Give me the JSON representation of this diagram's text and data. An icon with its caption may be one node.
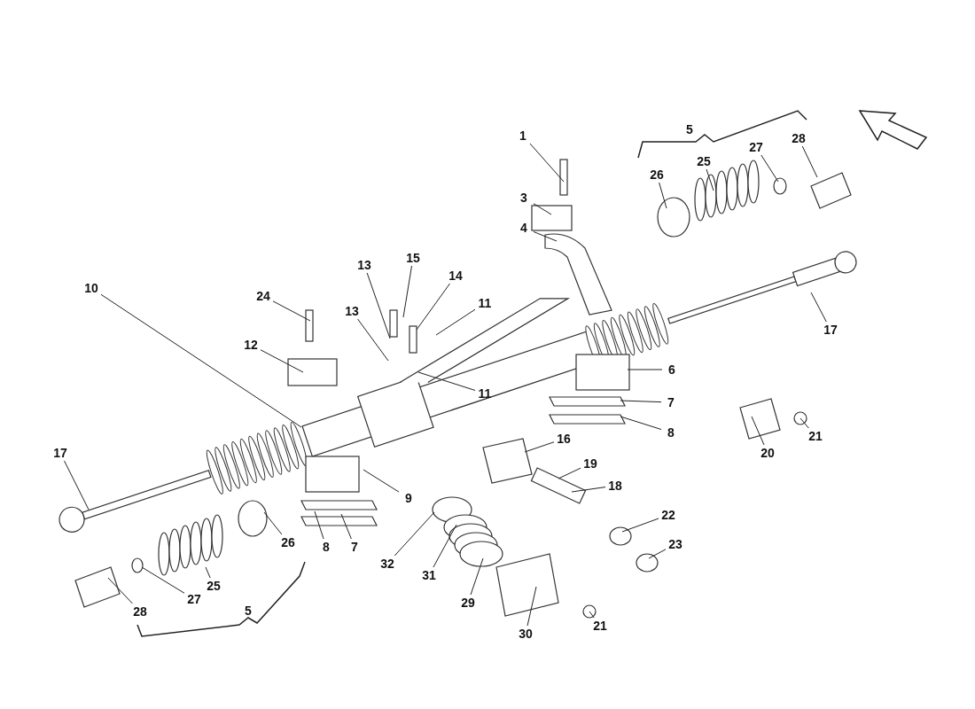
{
  "diagram": {
    "nodes": [
      {
        "text": [
          "1"
        ]
      },
      {
        "text": [
          "28"
        ]
      },
      {
        "text": [
          "27"
        ]
      },
      {
        "text": [
          "25"
        ]
      },
      {
        "text": [
          "26"
        ]
      },
      {
        "text": [
          "3"
        ]
      },
      {
        "text": [
          "4"
        ]
      },
      {
        "text": [
          "15"
        ]
      },
      {
        "text": [
          "13"
        ]
      },
      {
        "text": [
          "14"
        ]
      },
      {
        "text": [
          "10"
        ]
      },
      {
        "text": [
          "24"
        ]
      },
      {
        "text": [
          "11"
        ]
      },
      {
        "text": [
          "13"
        ]
      },
      {
        "text": [
          "17"
        ]
      },
      {
        "text": [
          "12"
        ]
      },
      {
        "text": [
          "6"
        ]
      },
      {
        "text": [
          "11"
        ]
      },
      {
        "text": [
          "7"
        ]
      },
      {
        "text": [
          "8"
        ]
      },
      {
        "text": [
          "21"
        ]
      },
      {
        "text": [
          "16"
        ]
      },
      {
        "text": [
          "20"
        ]
      },
      {
        "text": [
          "17"
        ]
      },
      {
        "text": [
          "19"
        ]
      },
      {
        "text": [
          "18"
        ]
      },
      {
        "text": [
          "9"
        ]
      },
      {
        "text": [
          "22"
        ]
      },
      {
        "text": [
          "26"
        ]
      },
      {
        "text": [
          "23"
        ]
      },
      {
        "text": [
          "8"
        ]
      },
      {
        "text": [
          "7"
        ]
      },
      {
        "text": [
          "32"
        ]
      },
      {
        "text": [
          "31"
        ]
      },
      {
        "text": [
          "25"
        ]
      },
      {
        "text": [
          "27"
        ]
      },
      {
        "text": [
          "29"
        ]
      },
      {
        "text": [
          "28"
        ]
      },
      {
        "text": [
          "21"
        ]
      },
      {
        "text": [
          "30"
        ]
      }
    ],
    "edges": [
      {
        "from": 0,
        "to": null,
        "arrow": "none"
      },
      {
        "from": 1,
        "to": null,
        "arrow": "none"
      },
      {
        "from": 2,
        "to": null,
        "arrow": "none"
      },
      {
        "from": 3,
        "to": null,
        "arrow": "none"
      },
      {
        "from": 4,
        "to": null,
        "arrow": "none"
      },
      {
        "from": 5,
        "to": null,
        "arrow": "none"
      },
      {
        "from": 6,
        "to": null,
        "arrow": "none"
      },
      {
        "from": 7,
        "to": null,
        "arrow": "none"
      },
      {
        "from": 8,
        "to": null,
        "arrow": "none"
      },
      {
        "from": 9,
        "to": null,
        "arrow": "none"
      },
      {
        "from": 10,
        "to": null,
        "arrow": "none"
      },
      {
        "from": 11,
        "to": null,
        "arrow": "none"
      },
      {
        "from": 12,
        "to": null,
        "arrow": "none"
      },
      {
        "from": 13,
        "to": null,
        "arrow": "none"
      },
      {
        "from": 14,
        "to": null,
        "arrow": "none"
      },
      {
        "from": 15,
        "to": null,
        "arrow": "none"
      },
      {
        "from": 16,
        "to": null,
        "arrow": "none"
      },
      {
        "from": 17,
        "to": null,
        "arrow": "none"
      },
      {
        "from": 18,
        "to": null,
        "arrow": "none"
      },
      {
        "from": 19,
        "to": null,
        "arrow": "none"
      },
      {
        "from": 20,
        "to": null,
        "arrow": "none"
      },
      {
        "from": 21,
        "to": null,
        "arrow": "none"
      },
      {
        "from": 22,
        "to": null,
        "arrow": "none"
      },
      {
        "from": 23,
        "to": null,
        "arrow": "none"
      },
      {
        "from": 24,
        "to": null,
        "arrow": "none"
      },
      {
        "from": 25,
        "to": null,
        "arrow": "none"
      },
      {
        "from": 26,
        "to": null,
        "arrow": "none"
      },
      {
        "from": 27,
        "to": null,
        "arrow": "none"
      },
      {
        "from": 28,
        "to": null,
        "arrow": "none"
      },
      {
        "from": 29,
        "to": null,
        "arrow": "none"
      },
      {
        "from": 30,
        "to": null,
        "arrow": "none"
      },
      {
        "from": 31,
        "to": null,
        "arrow": "none"
      },
      {
        "from": 32,
        "to": null,
        "arrow": "none"
      },
      {
        "from": 33,
        "to": null,
        "arrow": "none"
      },
      {
        "from": 34,
        "to": null,
        "arrow": "none"
      },
      {
        "from": 35,
        "to": null,
        "arrow": "none"
      },
      {
        "from": 36,
        "to": null,
        "arrow": "none"
      },
      {
        "from": 37,
        "to": null,
        "arrow": "none"
      },
      {
        "from": 38,
        "to": null,
        "arrow": "none"
      },
      {
        "from": 39,
        "to": null,
        "arrow": "none"
      }
    ],
    "labels": [
      "5",
      "5"
    ]
  }
}
